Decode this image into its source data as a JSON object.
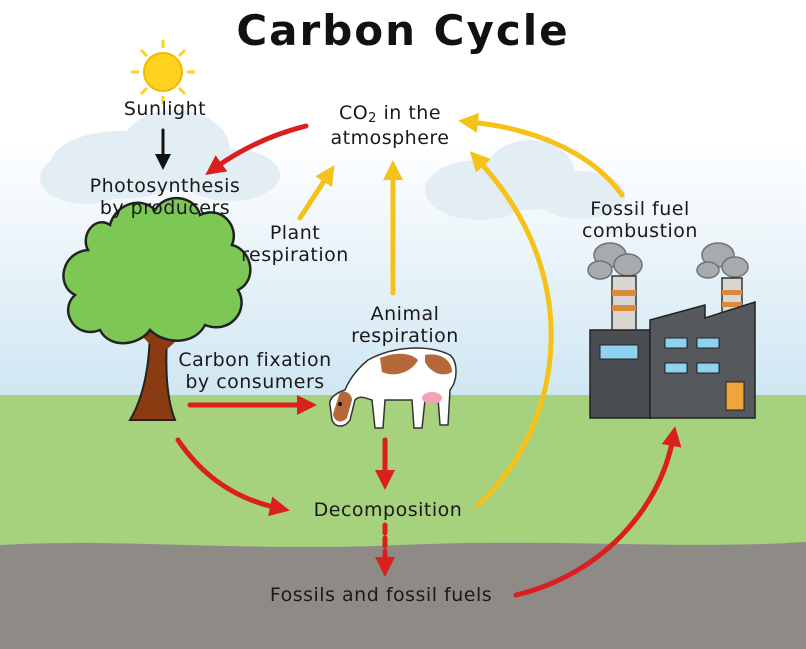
{
  "title": "Carbon Cycle",
  "labels": {
    "sunlight": "Sunlight",
    "co2_main": "CO",
    "co2_sub": "2",
    "co2_rest": " in the",
    "co2_line2": "atmosphere",
    "photosynthesis_1": "Photosynthesis",
    "photosynthesis_2": "by producers",
    "plant_resp_1": "Plant",
    "plant_resp_2": "respiration",
    "animal_resp_1": "Animal",
    "animal_resp_2": "respiration",
    "fossil_comb_1": "Fossil fuel",
    "fossil_comb_2": "combustion",
    "carbon_fix_1": "Carbon fixation",
    "carbon_fix_2": "by consumers",
    "decomposition": "Decomposition",
    "fossils": "Fossils and fossil fuels"
  },
  "colors": {
    "red_arrow": "#d9201e",
    "yellow_arrow": "#f5c21a",
    "sky": "#d8ecf7",
    "grass": "#a6d17d",
    "soil": "#8e8b87",
    "tree_leaves": "#7dc855",
    "tree_trunk": "#8a3b12",
    "factory": "#4a4d52",
    "sun": "#ffd21f"
  }
}
